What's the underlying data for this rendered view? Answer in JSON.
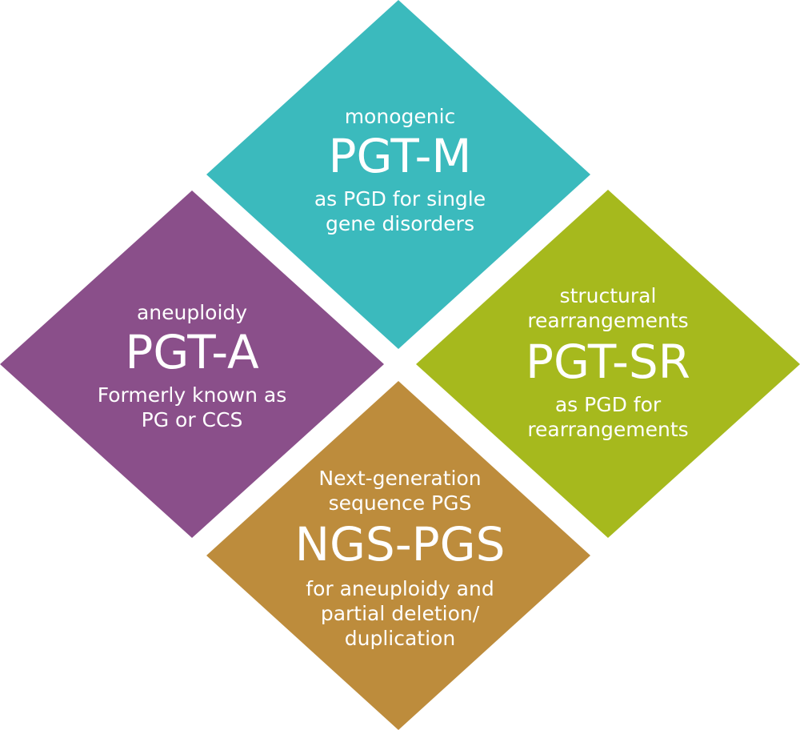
{
  "colors": {
    "top": "#3bbabd",
    "left": "#8a4f8a",
    "right": "#a6b91d",
    "bottom": "#bd8c3c"
  },
  "tiles": {
    "top": {
      "subtitle": "monogenic",
      "title": "PGT-M",
      "description_lines": [
        "as PGD for single",
        "gene disorders"
      ]
    },
    "left": {
      "subtitle": "aneuploidy",
      "title": "PGT-A",
      "description_lines": [
        "Formerly known as",
        "PG or CCS"
      ]
    },
    "right": {
      "subtitle_lines": [
        "structural",
        "rearrangements"
      ],
      "title": "PGT-SR",
      "description_lines": [
        "as PGD for",
        "rearrangements"
      ]
    },
    "bottom": {
      "subtitle_lines": [
        "Next-generation",
        "sequence PGS"
      ],
      "title": "NGS-PGS",
      "description_lines": [
        "for aneuploidy and",
        "partial deletion/",
        "duplication"
      ]
    }
  }
}
